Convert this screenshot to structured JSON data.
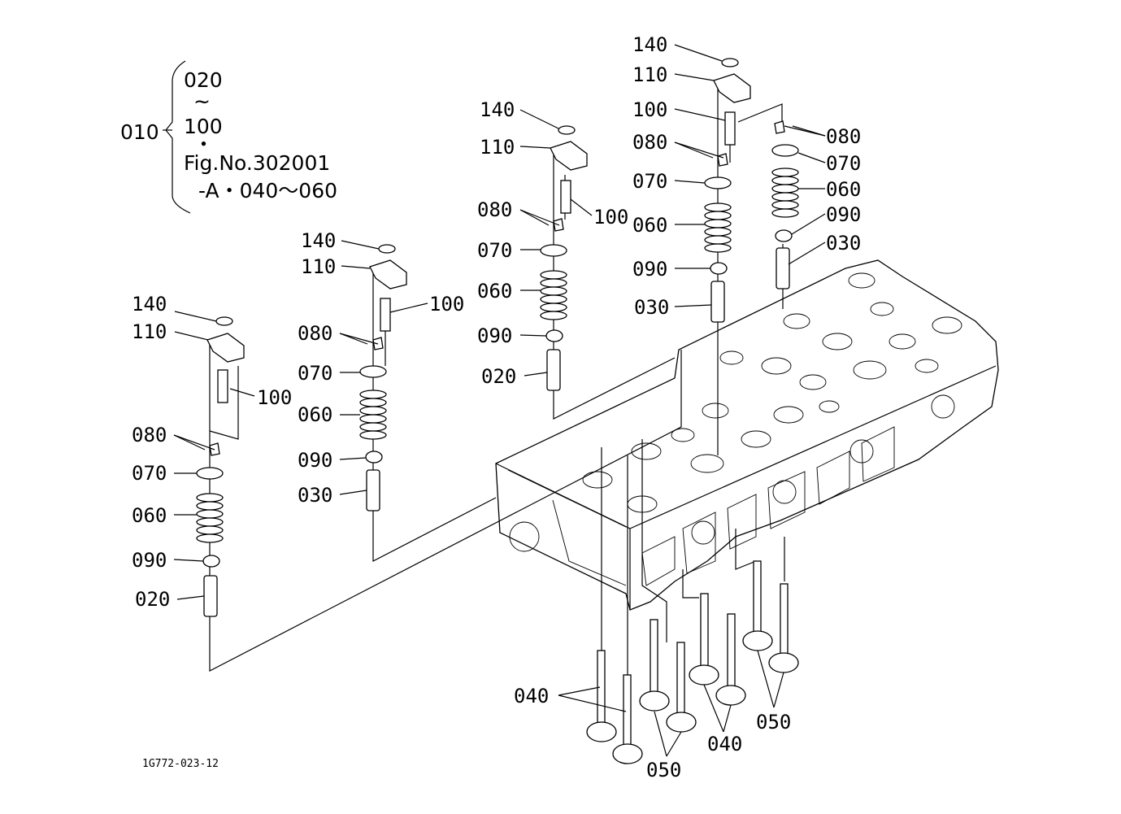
{
  "group_note": {
    "ref": "010",
    "lines": [
      "020",
      "~",
      "100",
      "・",
      "Fig.No.302001",
      "-A・040〜060"
    ]
  },
  "diagram_code": "1G772-023-12",
  "callouts": {
    "s1": [
      "140",
      "110",
      "100",
      "080",
      "070",
      "060",
      "090",
      "020"
    ],
    "s2": [
      "140",
      "110",
      "100",
      "080",
      "070",
      "060",
      "090",
      "030"
    ],
    "s3": [
      "140",
      "110",
      "100",
      "080",
      "070",
      "060",
      "090",
      "020"
    ],
    "s4": [
      "140",
      "110",
      "100",
      "080",
      "070",
      "060",
      "090",
      "030"
    ],
    "s5": [
      "080",
      "070",
      "060",
      "090",
      "030"
    ],
    "valves": [
      "040",
      "050",
      "040",
      "050"
    ]
  }
}
